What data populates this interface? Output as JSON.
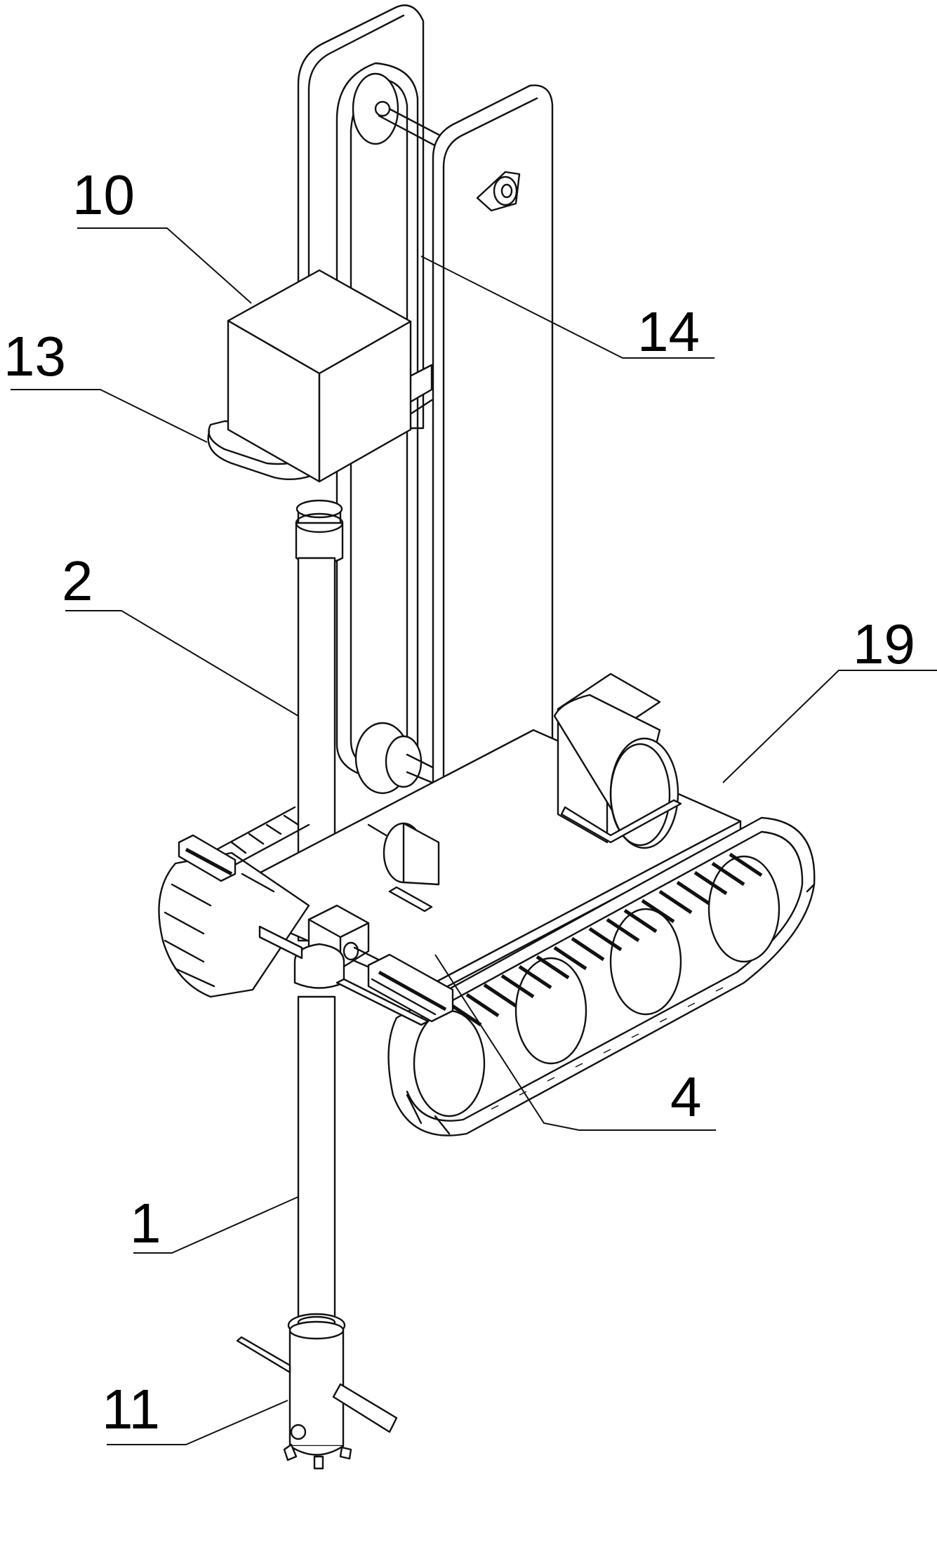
{
  "figure": {
    "type": "mechanical-isometric-line-drawing",
    "line_color": "#111111",
    "background": "#ffffff"
  },
  "labels": [
    {
      "id": "label-10",
      "text": "10"
    },
    {
      "id": "label-13",
      "text": "13"
    },
    {
      "id": "label-14",
      "text": "14"
    },
    {
      "id": "label-2",
      "text": "2"
    },
    {
      "id": "label-19",
      "text": "19"
    },
    {
      "id": "label-4",
      "text": "4"
    },
    {
      "id": "label-1",
      "text": "1"
    },
    {
      "id": "label-11",
      "text": "11"
    }
  ]
}
